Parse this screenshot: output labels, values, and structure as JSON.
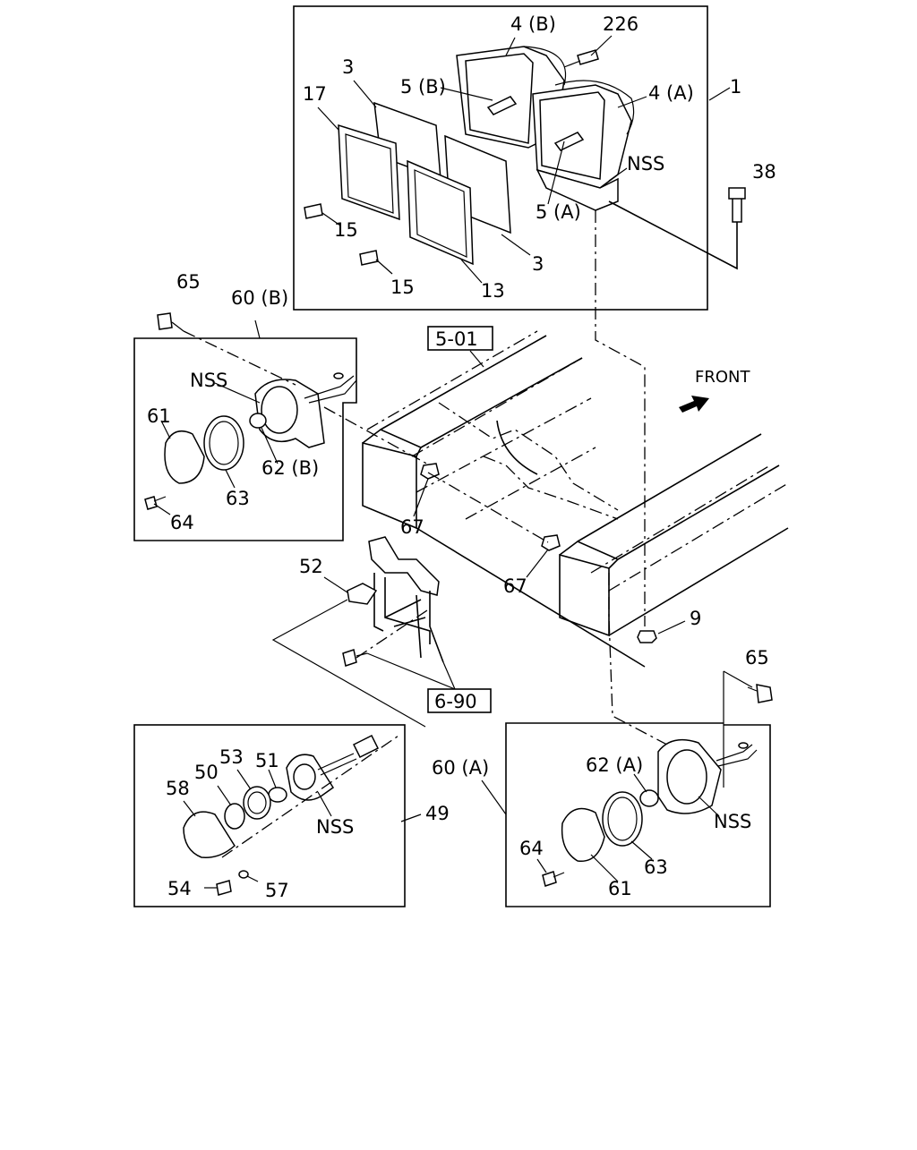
{
  "labels": {
    "p1": "1",
    "p3a": "3",
    "p3b": "3",
    "p4a": "4 (A)",
    "p4b": "4 (B)",
    "p5a": "5 (A)",
    "p5b": "5 (B)",
    "p9": "9",
    "p13": "13",
    "p15a": "15",
    "p15b": "15",
    "p17": "17",
    "p38": "38",
    "p226": "226",
    "nss_top": "NSS",
    "p65a": "65",
    "p60b": "60 (B)",
    "nss_left": "NSS",
    "p61a": "61",
    "p62b": "62 (B)",
    "p63a": "63",
    "p64a": "64",
    "p67a": "67",
    "p67b": "67",
    "p52": "52",
    "p65b": "65",
    "p60a": "60 (A)",
    "p62a": "62 (A)",
    "nss_right": "NSS",
    "p64b": "64",
    "p61b": "61",
    "p63b": "63",
    "p58": "58",
    "p50": "50",
    "p53": "53",
    "p51": "51",
    "nss_bottom": "NSS",
    "p49": "49",
    "p54": "54",
    "p57": "57"
  },
  "refs": {
    "frame": "5-01",
    "bracket": "6-90"
  },
  "front_label": "FRONT"
}
